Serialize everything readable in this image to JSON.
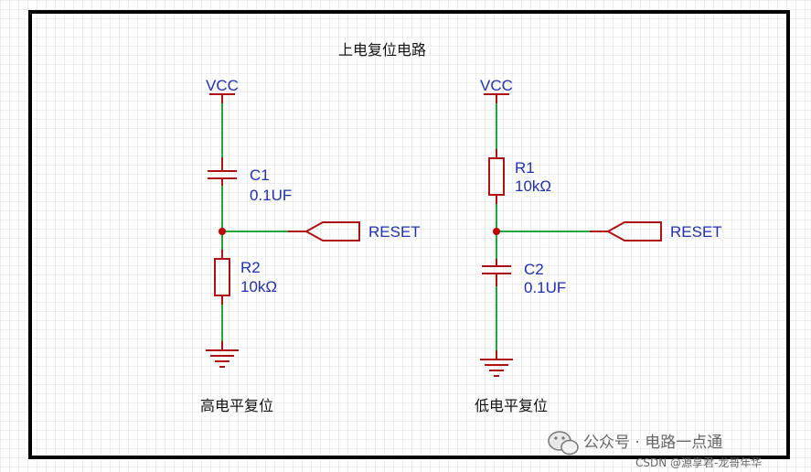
{
  "title": "上电复位电路",
  "left_circuit": {
    "power_label": "VCC",
    "cap_ref": "C1",
    "cap_value": "0.1UF",
    "res_ref": "R2",
    "res_value": "10kΩ",
    "net_label": "RESET",
    "caption": "高电平复位"
  },
  "right_circuit": {
    "power_label": "VCC",
    "res_ref": "R1",
    "res_value": "10kΩ",
    "cap_ref": "C2",
    "cap_value": "0.1UF",
    "net_label": "RESET",
    "caption": "低电平复位"
  },
  "watermark": {
    "account": "公众号 · 电路一点通",
    "csdn": "CSDN @源享君-龙哥年华"
  },
  "colors": {
    "wire": "#1fa83a",
    "component": "#b01010",
    "junction": "#c00000",
    "net_text": "#1f2fb8",
    "border": "#000000",
    "grid": "#d8d8d8"
  }
}
